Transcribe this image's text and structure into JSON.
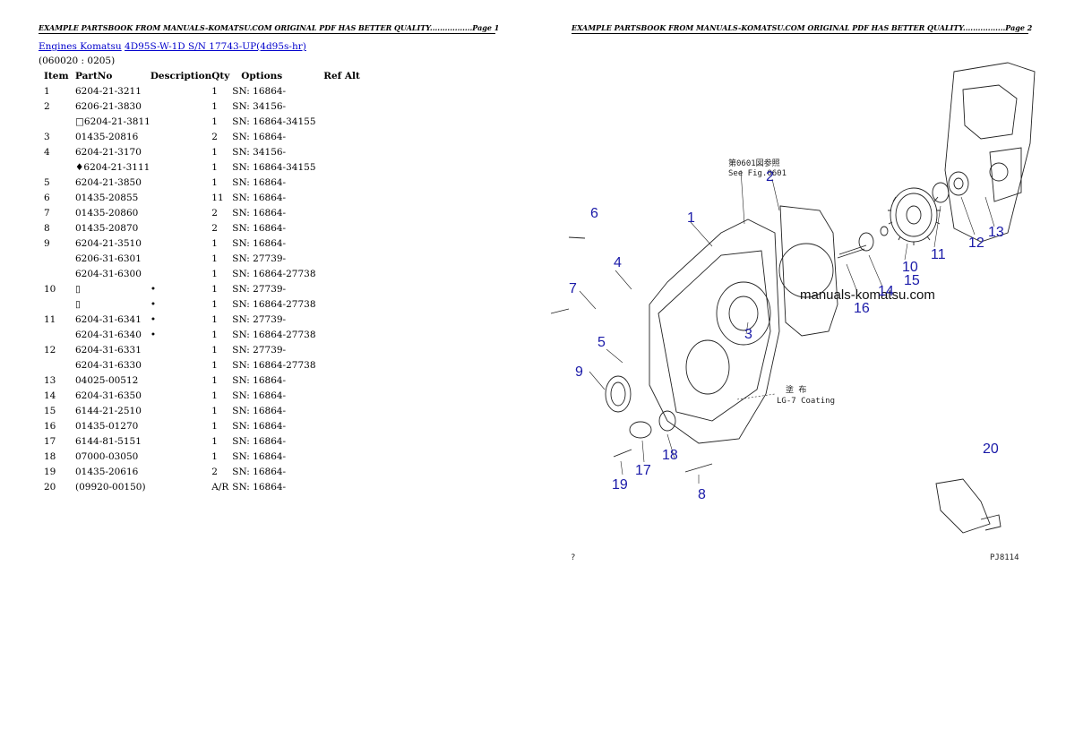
{
  "page1": {
    "header": "EXAMPLE PARTSBOOK FROM MANUALS-KOMATSU.COM ORIGINAL PDF HAS BETTER QUALITY.................Page 1",
    "breadcrumb": {
      "link1": "Engines Komatsu",
      "link2": "4D95S-W-1D S/N 17743-UP(4d95s-hr)"
    },
    "code": "(060020 : 0205)",
    "columns": {
      "item": "Item",
      "partno": "PartNo",
      "description": "Description",
      "qty": "Qty",
      "options": "Options",
      "refalt": "Ref Alt"
    },
    "rows": [
      {
        "item": "1",
        "partno": "6204-21-3211",
        "desc": "",
        "qty": "1",
        "options": "SN: 16864-"
      },
      {
        "item": "2",
        "partno": "6206-21-3830",
        "desc": "",
        "qty": "1",
        "options": "SN: 34156-"
      },
      {
        "item": "",
        "partno": "□6204-21-3811",
        "desc": "",
        "qty": "1",
        "options": "SN: 16864-34155"
      },
      {
        "item": "3",
        "partno": "01435-20816",
        "desc": "",
        "qty": "2",
        "options": "SN: 16864-"
      },
      {
        "item": "4",
        "partno": "6204-21-3170",
        "desc": "",
        "qty": "1",
        "options": "SN: 34156-"
      },
      {
        "item": "",
        "partno": "♦6204-21-3111",
        "desc": "",
        "qty": "1",
        "options": "SN: 16864-34155"
      },
      {
        "item": "5",
        "partno": "6204-21-3850",
        "desc": "",
        "qty": "1",
        "options": "SN: 16864-"
      },
      {
        "item": "6",
        "partno": "01435-20855",
        "desc": "",
        "qty": "11",
        "options": "SN: 16864-"
      },
      {
        "item": "7",
        "partno": "01435-20860",
        "desc": "",
        "qty": "2",
        "options": "SN: 16864-"
      },
      {
        "item": "8",
        "partno": "01435-20870",
        "desc": "",
        "qty": "2",
        "options": "SN: 16864-"
      },
      {
        "item": "9",
        "partno": "6204-21-3510",
        "desc": "",
        "qty": "1",
        "options": "SN: 16864-"
      },
      {
        "item": "",
        "partno": "6206-31-6301",
        "desc": "",
        "qty": "1",
        "options": "SN: 27739-"
      },
      {
        "item": "",
        "partno": "6204-31-6300",
        "desc": "",
        "qty": "1",
        "options": "SN: 16864-27738"
      },
      {
        "item": "10",
        "partno": "▯",
        "desc": "•",
        "qty": "1",
        "options": "SN: 27739-"
      },
      {
        "item": "",
        "partno": "▯",
        "desc": "•",
        "qty": "1",
        "options": "SN: 16864-27738"
      },
      {
        "item": "11",
        "partno": "6204-31-6341",
        "desc": "•",
        "qty": "1",
        "options": "SN: 27739-"
      },
      {
        "item": "",
        "partno": "6204-31-6340",
        "desc": "•",
        "qty": "1",
        "options": "SN: 16864-27738"
      },
      {
        "item": "12",
        "partno": "6204-31-6331",
        "desc": "",
        "qty": "1",
        "options": "SN: 27739-"
      },
      {
        "item": "",
        "partno": "6204-31-6330",
        "desc": "",
        "qty": "1",
        "options": "SN: 16864-27738"
      },
      {
        "item": "13",
        "partno": "04025-00512",
        "desc": "",
        "qty": "1",
        "options": "SN: 16864-"
      },
      {
        "item": "14",
        "partno": "6204-31-6350",
        "desc": "",
        "qty": "1",
        "options": "SN: 16864-"
      },
      {
        "item": "15",
        "partno": "6144-21-2510",
        "desc": "",
        "qty": "1",
        "options": "SN: 16864-"
      },
      {
        "item": "16",
        "partno": "01435-01270",
        "desc": "",
        "qty": "1",
        "options": "SN: 16864-"
      },
      {
        "item": "17",
        "partno": "6144-81-5151",
        "desc": "",
        "qty": "1",
        "options": "SN: 16864-"
      },
      {
        "item": "18",
        "partno": "07000-03050",
        "desc": "",
        "qty": "1",
        "options": "SN: 16864-"
      },
      {
        "item": "19",
        "partno": "01435-20616",
        "desc": "",
        "qty": "2",
        "options": "SN: 16864-"
      },
      {
        "item": "20",
        "partno": "(09920-00150)",
        "desc": "",
        "qty": "A/R",
        "options": "SN: 16864-"
      }
    ]
  },
  "page2": {
    "header": "EXAMPLE PARTSBOOK FROM MANUALS-KOMATSU.COM ORIGINAL PDF HAS BETTER QUALITY.................Page 2",
    "watermark": "manuals-komatsu.com",
    "note_jp": "第0601図参照",
    "note_en": "See Fig.0601",
    "coating_jp": "塗 布",
    "coating_en": "LG-7 Coating",
    "figure_code": "PJ8114",
    "corner_mark": "?",
    "callouts": [
      "1",
      "2",
      "3",
      "4",
      "5",
      "6",
      "7",
      "8",
      "9",
      "10",
      "11",
      "12",
      "13",
      "14",
      "15",
      "16",
      "17",
      "18",
      "19",
      "20"
    ]
  }
}
